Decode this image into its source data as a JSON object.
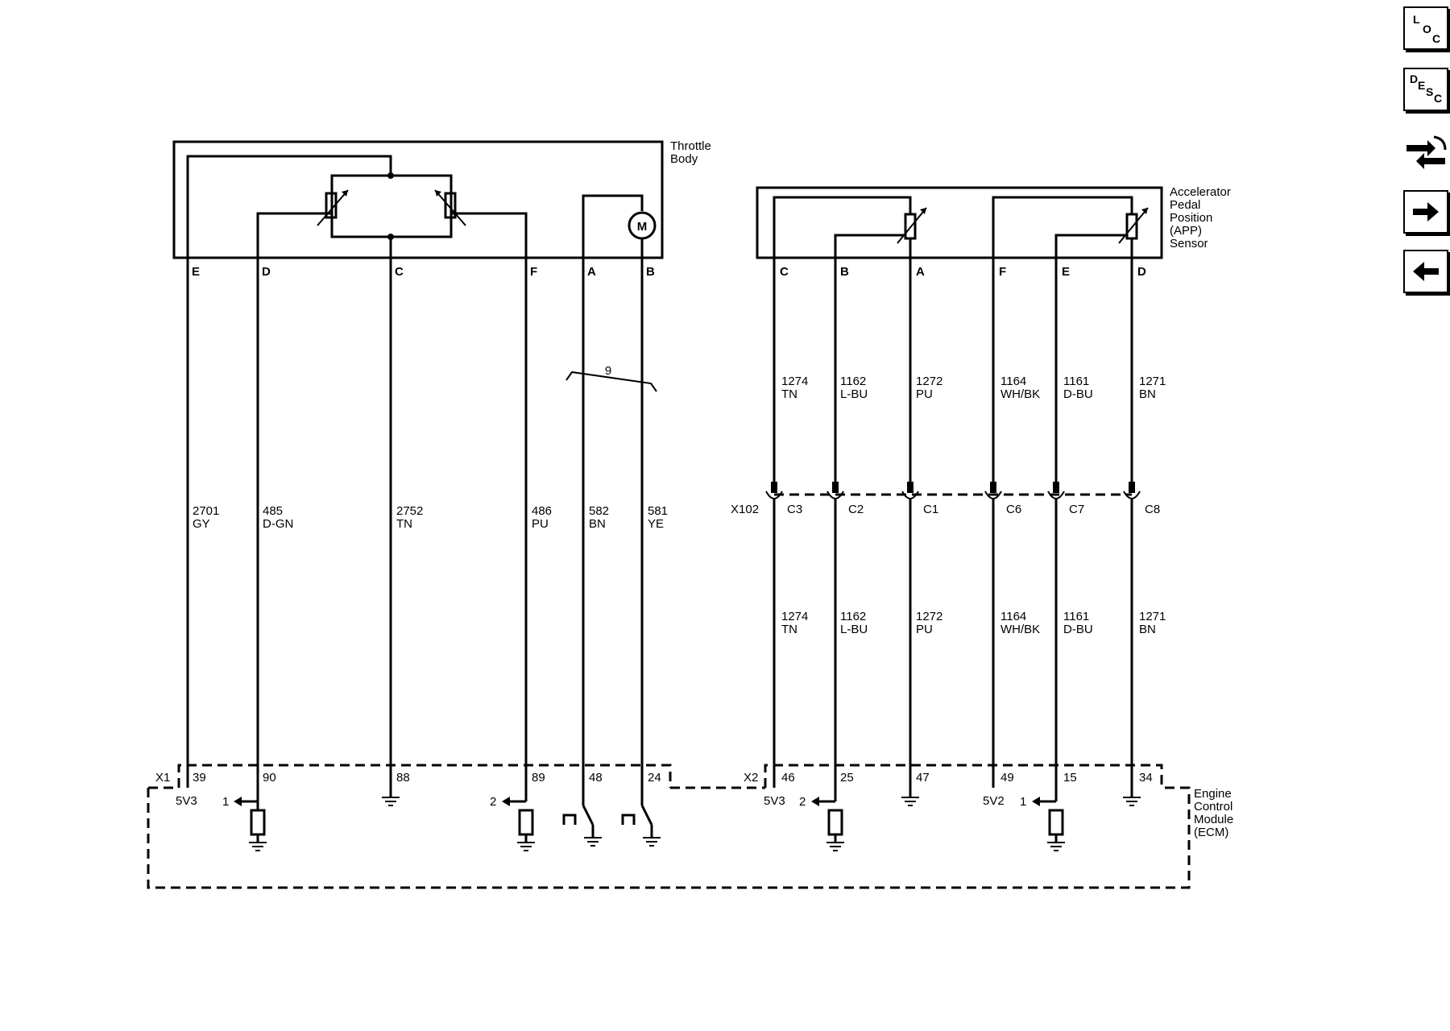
{
  "components": {
    "throttle_body": [
      "Throttle",
      "Body"
    ],
    "app_sensor": [
      "Accelerator",
      "Pedal",
      "Position",
      "(APP)",
      "Sensor"
    ],
    "ecm": [
      "Engine",
      "Control",
      "Module",
      "(ECM)"
    ],
    "motor": "M"
  },
  "throttle_pins": [
    "E",
    "D",
    "C",
    "F",
    "A",
    "B"
  ],
  "app_pins": [
    "C",
    "B",
    "A",
    "F",
    "E",
    "D"
  ],
  "throttle_wires": [
    {
      "circuit": "2701",
      "color": "GY"
    },
    {
      "circuit": "485",
      "color": "D-GN"
    },
    {
      "circuit": "2752",
      "color": "TN"
    },
    {
      "circuit": "486",
      "color": "PU"
    },
    {
      "circuit": "582",
      "color": "BN"
    },
    {
      "circuit": "581",
      "color": "YE"
    }
  ],
  "twist_count": "9",
  "app_wires": [
    {
      "circuit": "1274",
      "color": "TN"
    },
    {
      "circuit": "1162",
      "color": "L-BU"
    },
    {
      "circuit": "1272",
      "color": "PU"
    },
    {
      "circuit": "1164",
      "color": "WH/BK"
    },
    {
      "circuit": "1161",
      "color": "D-BU"
    },
    {
      "circuit": "1271",
      "color": "BN"
    }
  ],
  "inline_connector": {
    "name": "X102",
    "pins": [
      "C3",
      "C2",
      "C1",
      "C6",
      "C7",
      "C8"
    ]
  },
  "ecm_connectors": [
    {
      "name": "X1",
      "pins": [
        "39",
        "90",
        "88",
        "89",
        "48",
        "24"
      ]
    },
    {
      "name": "X2",
      "pins": [
        "46",
        "25",
        "47",
        "49",
        "15",
        "34"
      ]
    }
  ],
  "ecm_internal": {
    "x1_supply": "5V3",
    "x2_supply_1": "5V3",
    "x2_supply_2": "5V2",
    "signal_1": "1",
    "signal_2": "2"
  },
  "nav_icons": [
    {
      "name": "loc-icon",
      "glyphs": [
        "L",
        "O",
        "C"
      ]
    },
    {
      "name": "desc-icon",
      "glyphs": [
        "D",
        "E",
        "S",
        "C"
      ]
    },
    {
      "name": "connector-repair-icon"
    },
    {
      "name": "next-page-icon"
    },
    {
      "name": "previous-page-icon"
    }
  ]
}
